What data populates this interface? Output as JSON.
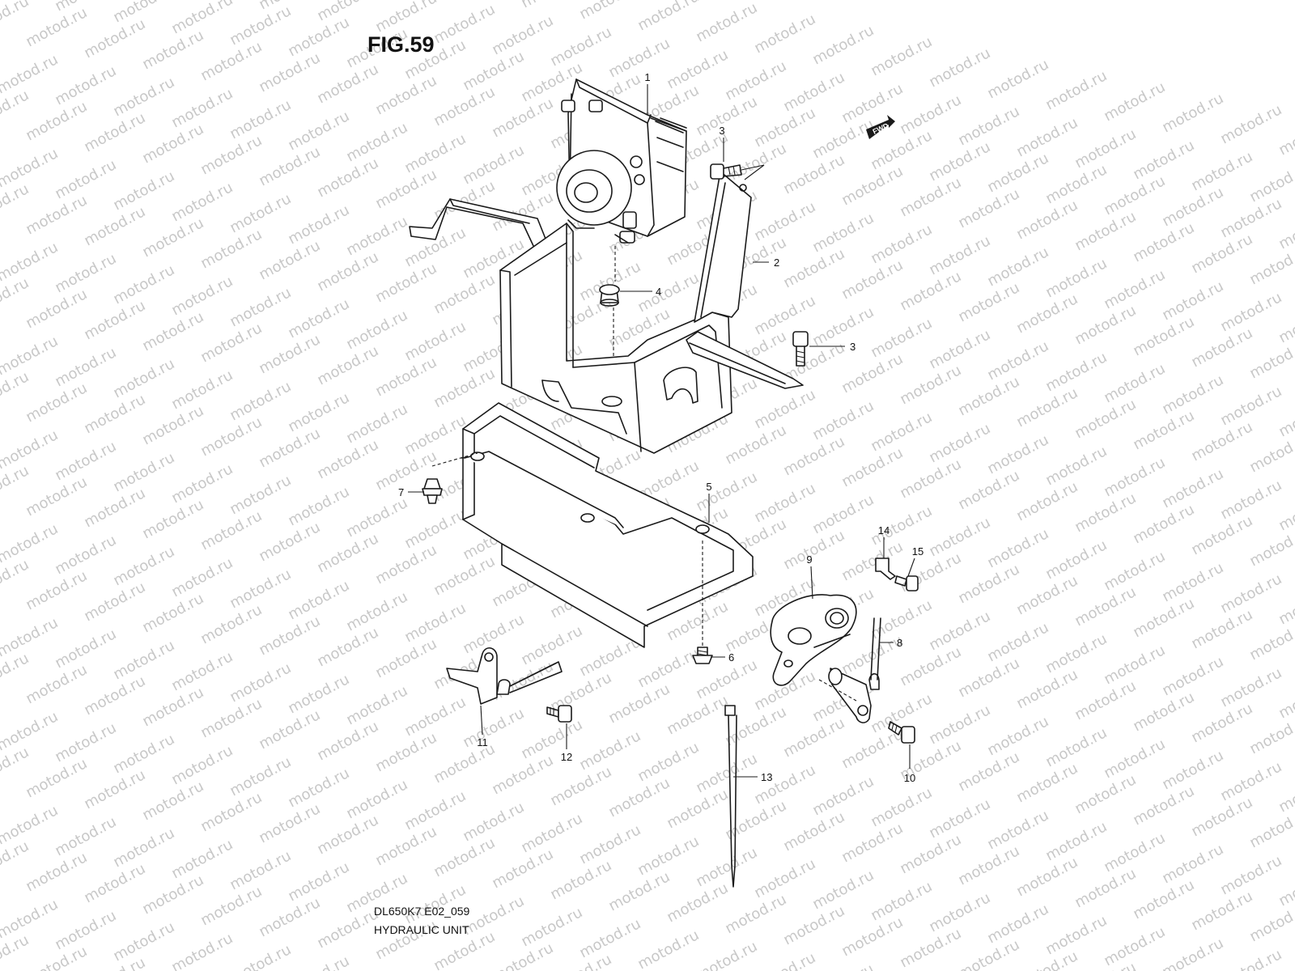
{
  "figure": {
    "title": "FIG.59",
    "drawing_code": "DL650K7 E02_059",
    "caption": "HYDRAULIC UNIT",
    "watermark_text": "motod.ru",
    "fwd_badge": "FWD"
  },
  "callouts": [
    "1",
    "2",
    "3",
    "3",
    "4",
    "5",
    "6",
    "7",
    "8",
    "9",
    "10",
    "11",
    "12",
    "13",
    "14",
    "15"
  ],
  "colors": {
    "line": "#1a1a1a",
    "watermark": "#c8c8c8",
    "background": "#ffffff"
  }
}
